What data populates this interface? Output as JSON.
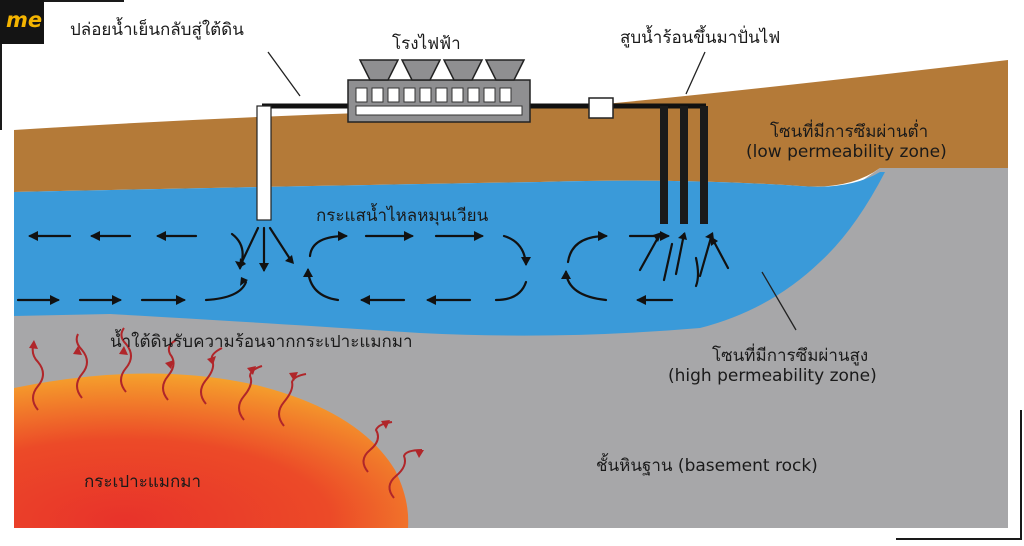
{
  "brand": {
    "logo_text": "me",
    "logo_color": "#f4b400"
  },
  "labels": {
    "cold_return": "ปล่อยน้ำเย็นกลับสู่ใต้ดิน",
    "power_plant": "โรงไฟฟ้า",
    "hot_pump": "สูบน้ำร้อนขึ้นมาปั่นไฟ",
    "low_zone_th": "โซนที่มีการซึมผ่านต่ำ",
    "low_zone_en": "(low permeability zone)",
    "circulation": "กระแสน้ำไหลหมุนเวียน",
    "groundwater_heat": "น้ำใต้ดินรับความร้อนจากกระเปาะแมกมา",
    "high_zone_th": "โซนที่มีการซึมผ่านสูง",
    "high_zone_en": "(high permeability zone)",
    "basement": "ชั้นหินฐาน (basement rock)",
    "magma": "กระเปาะแมกมา"
  },
  "colors": {
    "soil": "#b87c38",
    "aquifer": "#3b9ad8",
    "basement": "#a8a8a8",
    "magma_core": "#e8352a",
    "magma_edge": "#f59a2a",
    "heat_wave": "#b0262a"
  }
}
